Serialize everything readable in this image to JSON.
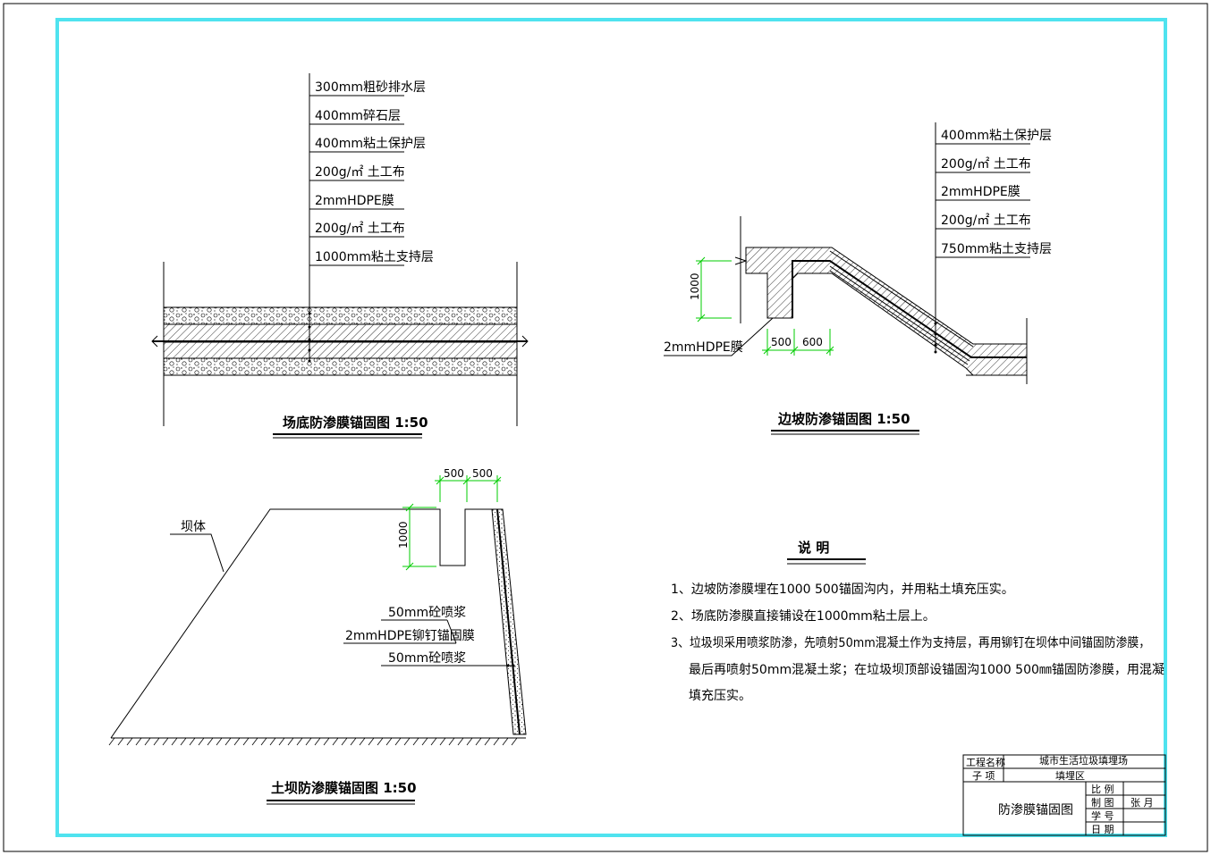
{
  "frame": {
    "border_color": "#4fe3ef"
  },
  "floor_detail": {
    "title": "场底防渗膜锚固图  1:50",
    "layers": [
      "300mm粗砂排水层",
      "400mm碎石层",
      "400mm粘土保护层",
      "200g/㎡ 土工布",
      "2mmHDPE膜",
      "200g/㎡ 土工布",
      "1000mm粘土支持层"
    ]
  },
  "slope_detail": {
    "title": "边坡防渗锚固图  1:50",
    "layers": [
      "400mm粘土保护层",
      "200g/㎡ 土工布",
      "2mmHDPE膜",
      "200g/㎡ 土工布",
      "750mm粘土支持层"
    ],
    "membrane_label": "2mmHDPE膜",
    "dim_height": "1000",
    "dim_a": "500",
    "dim_b": "600"
  },
  "dam_detail": {
    "title": "土坝防渗膜锚固图  1:50",
    "body_label": "坝体",
    "layers": [
      "50mm砼喷浆",
      "2mmHDPE铆钉锚固膜",
      "50mm砼喷浆"
    ],
    "dim_height": "1000",
    "dim_a": "500",
    "dim_b": "500"
  },
  "notes": {
    "heading": "说      明",
    "items": [
      "1、边坡防渗膜埋在1000 500锚固沟内，并用粘土填充压实。",
      "2、场底防渗膜直接铺设在1000mm粘土层上。",
      "3、垃圾坝采用喷浆防渗，先喷射50mm混凝土作为支持层，再用铆钉在坝体中间锚固防渗膜，",
      "最后再喷射50mm混凝土浆；在垃圾坝顶部设锚固沟1000 500㎜锚固防渗膜，用混凝",
      "填充压实。"
    ]
  },
  "title_block": {
    "project_label": "工程名称",
    "project_value": "城市生活垃圾填埋场",
    "sub_label": "子  项",
    "sub_value": "填埋区",
    "drawing_name": "防渗膜锚固图",
    "scale_label": "比 例",
    "drawn_label": "制 图",
    "drawn_value": "张  月",
    "student_label": "学 号",
    "date_label": "日 期"
  }
}
